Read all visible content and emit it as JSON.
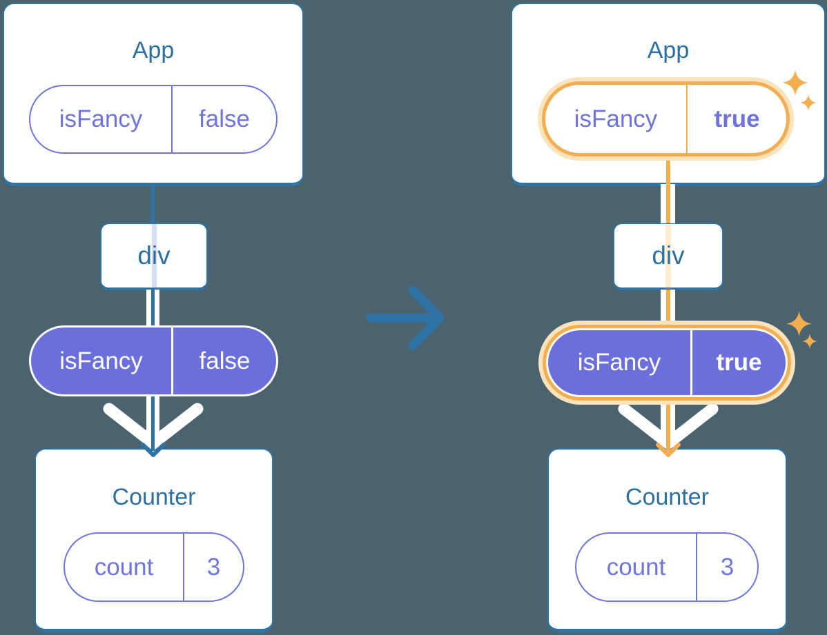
{
  "panels": {
    "before": {
      "app": {
        "title": "App",
        "prop_name": "isFancy",
        "prop_value": "false"
      },
      "div": {
        "label": "div"
      },
      "passed_prop": {
        "name": "isFancy",
        "value": "false"
      },
      "counter": {
        "title": "Counter",
        "state_name": "count",
        "state_value": "3"
      }
    },
    "after": {
      "app": {
        "title": "App",
        "prop_name": "isFancy",
        "prop_value": "true"
      },
      "div": {
        "label": "div"
      },
      "passed_prop": {
        "name": "isFancy",
        "value": "true"
      },
      "counter": {
        "title": "Counter",
        "state_name": "count",
        "state_value": "3"
      }
    }
  },
  "icons": {
    "transition": "right-arrow-icon",
    "highlight": "sparkles-icon",
    "pass_down": "chevron-down-arrow-icon"
  },
  "colors": {
    "background": "#4b636e",
    "card_border": "#2e73a6",
    "heading_text": "#2d6f9e",
    "purple_accent": "#6f74dd",
    "purple_fill": "#6a6fdb",
    "lavender_trace": "#d9def4",
    "cream_trace": "#fdeed4",
    "orange_accent": "#f3ae52",
    "orange_glow": "#fbe3bc",
    "blue_line": "#2e73a6",
    "white": "#ffffff"
  }
}
